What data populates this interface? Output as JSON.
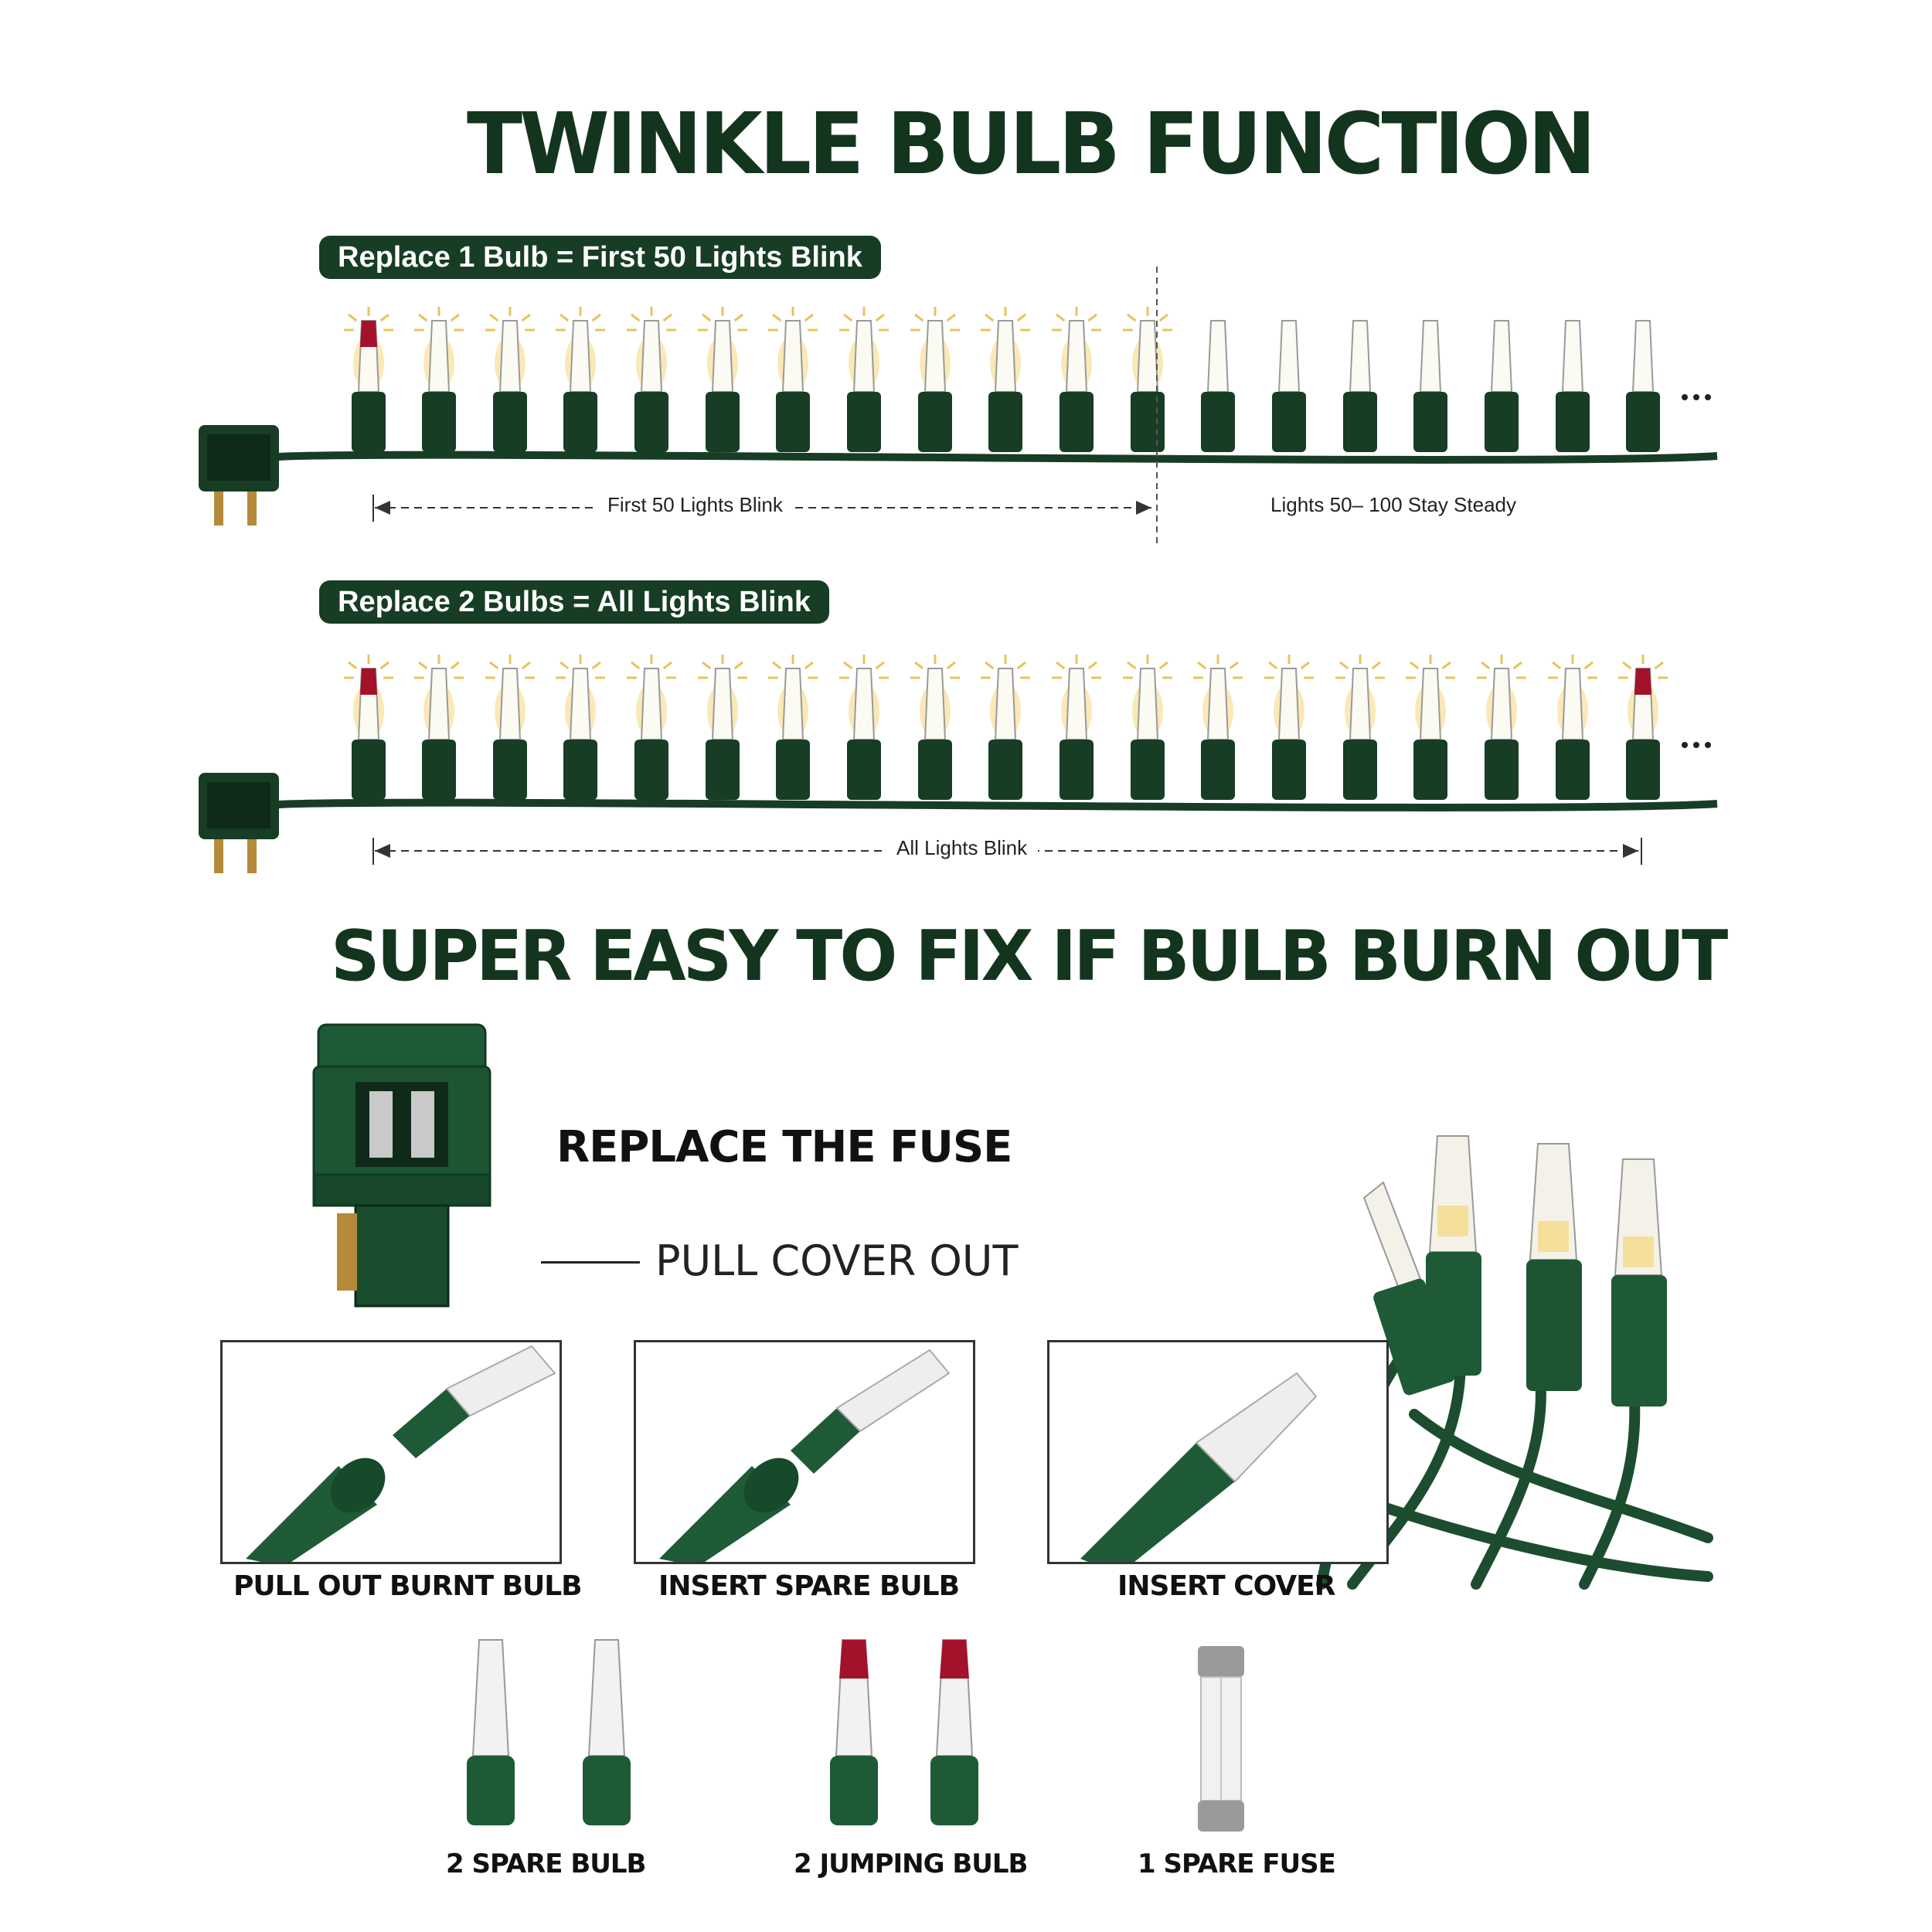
{
  "title": "TWINKLE BULB FUNCTION",
  "section1": {
    "badge": "Replace 1 Bulb = First 50 Lights Blink",
    "blink_label": "First 50 Lights Blink",
    "steady_label": "Lights 50– 100 Stay Steady"
  },
  "section2": {
    "badge": "Replace 2 Bulbs = All Lights Blink",
    "blink_label": "All Lights Blink"
  },
  "subtitle": "SUPER EASY TO FIX IF BULB BURN OUT",
  "fuse": {
    "title": "REPLACE THE FUSE",
    "instruction": "PULL COVER OUT"
  },
  "steps": [
    {
      "label": "PULL OUT BURNT BULB"
    },
    {
      "label": "INSERT SPARE BULB"
    },
    {
      "label": "INSERT COVER"
    }
  ],
  "spares": [
    {
      "label": "2 SPARE BULB"
    },
    {
      "label": "2 JUMPING BULB"
    },
    {
      "label": "1 SPARE FUSE"
    }
  ],
  "colors": {
    "dark_green": "#173d25",
    "bulb_glow": "#f5d77a",
    "jumping_tip": "#a3112a"
  }
}
